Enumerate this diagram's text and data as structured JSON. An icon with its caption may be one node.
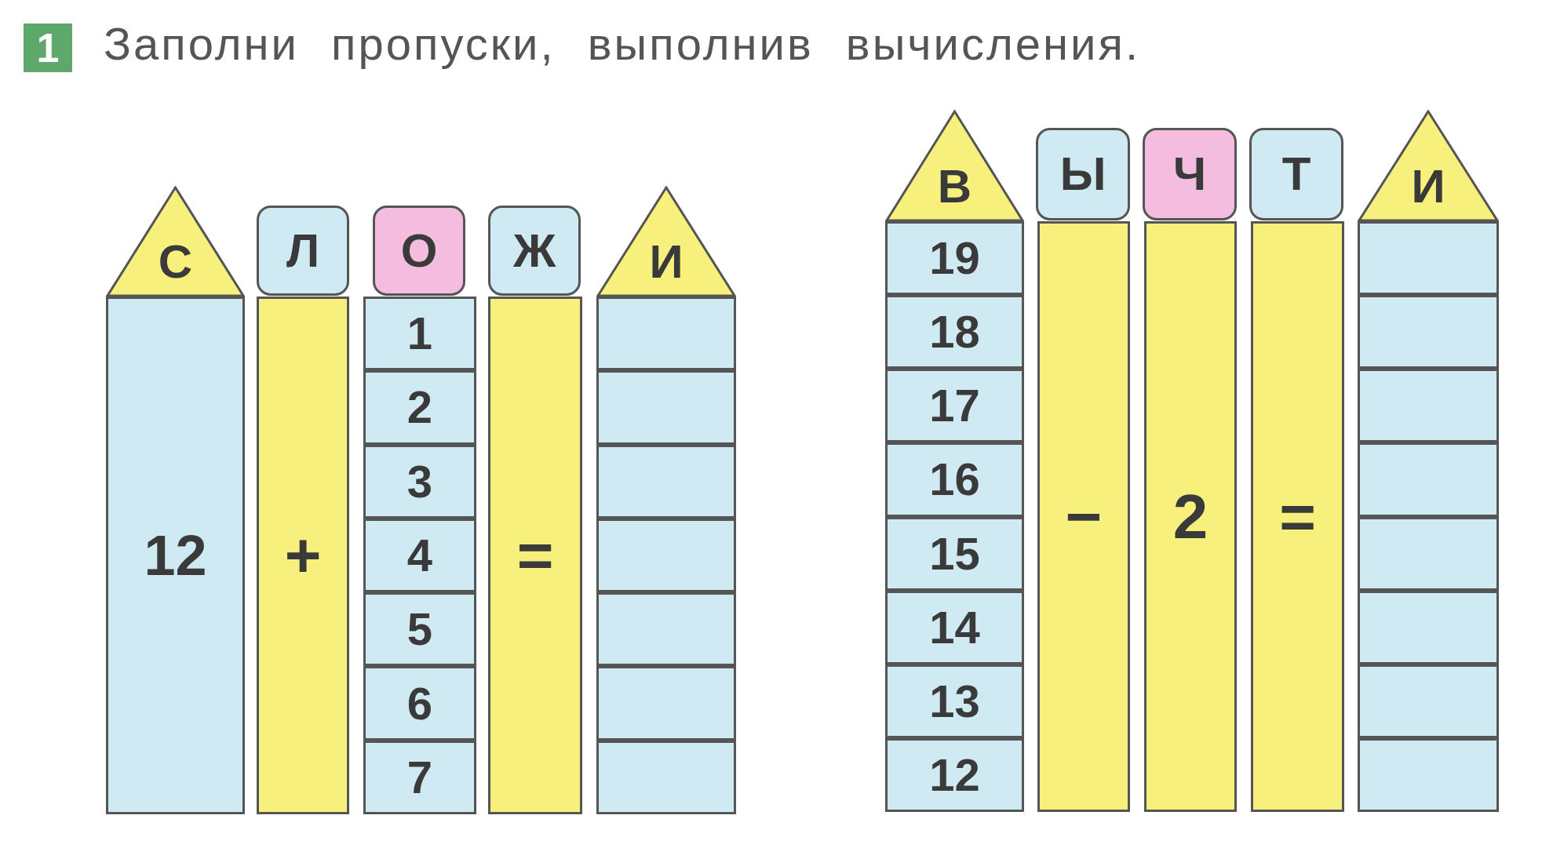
{
  "diagram": {
    "title": "Заполни пропуски, выполнив вычисления.",
    "nodes": [
      {
        "text": [
          "1"
        ]
      },
      {
        "text": [
          "С"
        ]
      },
      {
        "text": [
          "12"
        ]
      },
      {
        "text": [
          "Л"
        ]
      },
      {
        "text": [
          "+"
        ]
      },
      {
        "text": [
          "О"
        ]
      },
      {
        "text": [
          "1"
        ]
      },
      {
        "text": [
          "2"
        ]
      },
      {
        "text": [
          "3"
        ]
      },
      {
        "text": [
          "4"
        ]
      },
      {
        "text": [
          "5"
        ]
      },
      {
        "text": [
          "6"
        ]
      },
      {
        "text": [
          "7"
        ]
      },
      {
        "text": [
          "Ж"
        ]
      },
      {
        "text": [
          "="
        ]
      },
      {
        "text": [
          "И"
        ]
      },
      {
        "text": [],
        "shape": "box"
      },
      {
        "text": [],
        "shape": "box"
      },
      {
        "text": [],
        "shape": "box"
      },
      {
        "text": [],
        "shape": "box"
      },
      {
        "text": [],
        "shape": "box"
      },
      {
        "text": [],
        "shape": "box"
      },
      {
        "text": [],
        "shape": "box"
      },
      {
        "text": [
          "В"
        ]
      },
      {
        "text": [
          "19"
        ]
      },
      {
        "text": [
          "18"
        ]
      },
      {
        "text": [
          "17"
        ]
      },
      {
        "text": [
          "16"
        ]
      },
      {
        "text": [
          "15"
        ]
      },
      {
        "text": [
          "14"
        ]
      },
      {
        "text": [
          "13"
        ]
      },
      {
        "text": [
          "12"
        ]
      },
      {
        "text": [
          "Ы"
        ]
      },
      {
        "text": [
          "−"
        ]
      },
      {
        "text": [
          "Ч"
        ]
      },
      {
        "text": [
          "2"
        ]
      },
      {
        "text": [
          "Т"
        ]
      },
      {
        "text": [
          "="
        ]
      },
      {
        "text": [
          "И"
        ]
      },
      {
        "text": [],
        "shape": "box"
      },
      {
        "text": [],
        "shape": "box"
      },
      {
        "text": [],
        "shape": "box"
      },
      {
        "text": [],
        "shape": "box"
      },
      {
        "text": [],
        "shape": "box"
      },
      {
        "text": [],
        "shape": "box"
      },
      {
        "text": [],
        "shape": "box"
      },
      {
        "text": [],
        "shape": "box"
      }
    ]
  }
}
